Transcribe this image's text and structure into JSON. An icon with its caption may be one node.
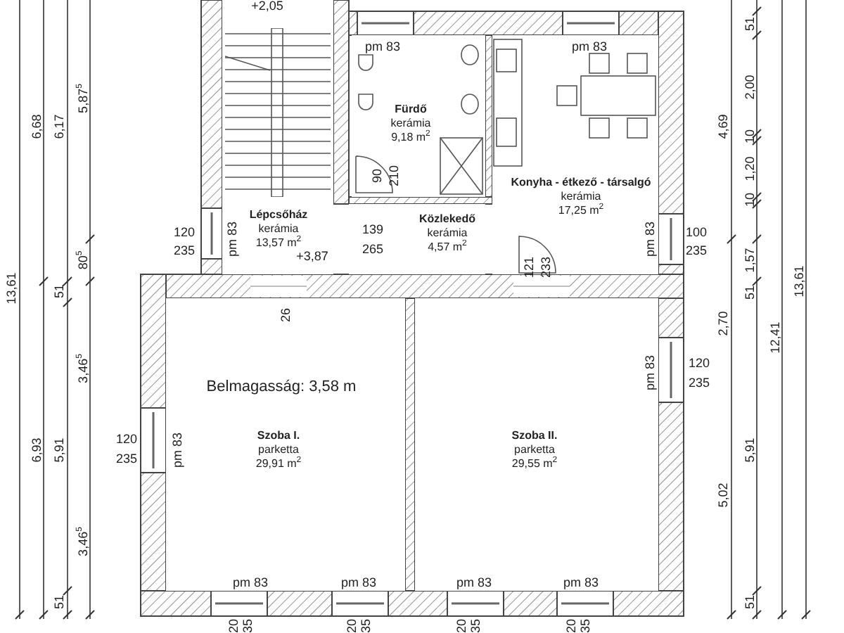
{
  "diagram": {
    "nodes": [
      {
        "text": [
          "Lépcsőház",
          "kerámia",
          "13,57 m$^{2}$"
        ]
      },
      {
        "text": [
          "Fürdő",
          "kerámia",
          "9,18 m$^{2}$"
        ]
      },
      {
        "text": [
          "Közlekedő",
          "kerámia",
          "4,57 m$^{2}$"
        ]
      },
      {
        "text": [
          "Konyha - étkező - társalgó",
          "kerámia",
          "17,25 m$^{2}$"
        ]
      },
      {
        "text": [
          "Szoba I.",
          "parketta",
          "29,91 m$^{2}$"
        ]
      },
      {
        "text": [
          "Szoba II.",
          "parketta",
          "29,55 m$^{2}$"
        ]
      }
    ],
    "labels": [
      "+2,05",
      "pm 83",
      "pm 83",
      "90",
      "210",
      "120",
      "235",
      "pm 83",
      "139",
      "265",
      "+3,87",
      "121",
      "233",
      "100",
      "235",
      "pm 83",
      "26",
      "Belmagasság: 3,58 m",
      "120",
      "235",
      "pm 83",
      "120",
      "235",
      "pm 83",
      "pm 83",
      "pm 83",
      "pm 83",
      "pm 83",
      "20",
      "35",
      "20",
      "35",
      "20",
      "35",
      "20",
      "35",
      "6,68",
      "6,17",
      "5,87$^{5}$",
      "80$^{5}$",
      "13,61",
      "51",
      "6,93",
      "5,91",
      "3,46$^{5}$",
      "3,46$^{5}$",
      "51",
      "51",
      "2,00",
      "4,69",
      "10",
      "1,20",
      "10",
      "1,57",
      "2,70",
      "51",
      "13,61",
      "12,41",
      "5,91",
      "5,02",
      "51"
    ]
  }
}
